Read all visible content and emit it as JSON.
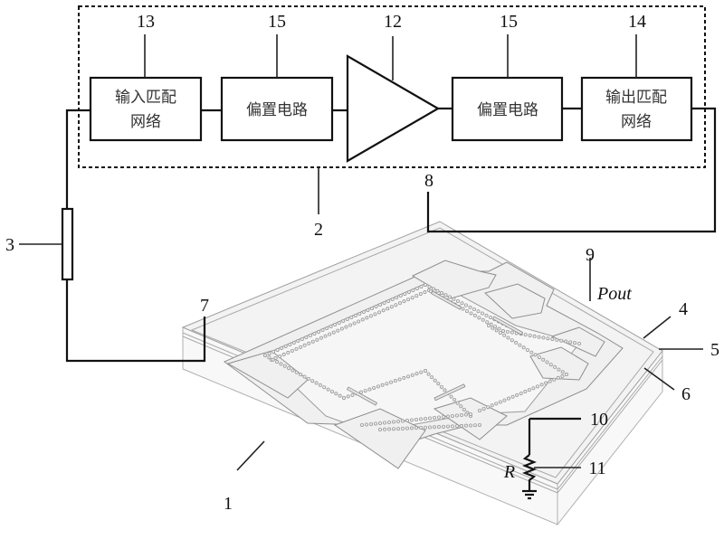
{
  "figure": {
    "description": "Patent schematic: amplifier feedback loop around a 3D multilayer PCB resonator structure",
    "blocks": [
      {
        "id": "13",
        "label_line1": "输入匹配",
        "label_line2": "网络"
      },
      {
        "id": "15a",
        "ref": "15",
        "label": "偏置电路"
      },
      {
        "id": "12",
        "ref": "12",
        "shape": "amplifier-triangle"
      },
      {
        "id": "15b",
        "ref": "15",
        "label": "偏置电路"
      },
      {
        "id": "14",
        "label_line1": "输出匹配",
        "label_line2": "网络"
      }
    ],
    "labels": {
      "ref_13": "13",
      "ref_15_left": "15",
      "ref_12": "12",
      "ref_15_right": "15",
      "ref_14": "14",
      "ref_2": "2",
      "ref_3": "3",
      "ref_7": "7",
      "ref_8": "8",
      "ref_9": "9",
      "ref_4": "4",
      "ref_5": "5",
      "ref_6": "6",
      "ref_10": "10",
      "ref_11": "11",
      "ref_1": "1",
      "pout": "Pout",
      "resistor": "R"
    },
    "colors": {
      "line": "#111111",
      "pcb_line": "#a0a0a0",
      "pcb_fill": "#f3f3f3"
    }
  }
}
